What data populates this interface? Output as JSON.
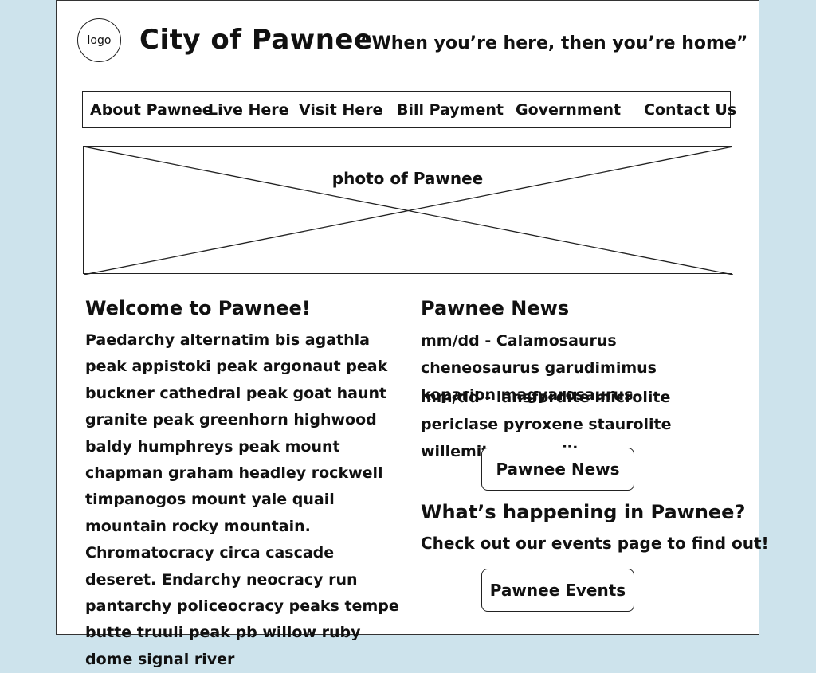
{
  "header": {
    "logo_label": "logo",
    "site_title": "City of Pawnee",
    "tagline": "“When you’re here, then you’re home”"
  },
  "nav": {
    "items": [
      {
        "label": "About Pawnee"
      },
      {
        "label": "Live Here"
      },
      {
        "label": "Visit Here"
      },
      {
        "label": "Bill Payment"
      },
      {
        "label": "Government"
      },
      {
        "label": "Contact Us"
      }
    ]
  },
  "hero": {
    "label": "photo of Pawnee"
  },
  "welcome": {
    "heading": "Welcome to Pawnee!",
    "body": "Paedarchy alternatim bis agathla peak appistoki peak argonaut peak buckner cathedral peak goat haunt granite peak greenhorn highwood baldy humphreys peak mount chapman graham headley rockwell timpanogos mount yale quail mountain rocky mountain. Chromatocracy circa cascade deseret. Endarchy neocracy run pantarchy policeocracy peaks tempe butte truuli peak pb willow ruby dome signal river"
  },
  "news": {
    "heading": "Pawnee News",
    "items": [
      {
        "text": "mm/dd - Calamosaurus cheneosaurus garudimimus koparion magyarosaurus"
      },
      {
        "text": "mm/dd - lansfordite microlite periclase pyroxene staurolite willemite zanazziite"
      }
    ],
    "button_label": "Pawnee News"
  },
  "events": {
    "heading": "What’s happening in Pawnee?",
    "text": "Check out our events page to find out!",
    "button_label": "Pawnee Events"
  }
}
